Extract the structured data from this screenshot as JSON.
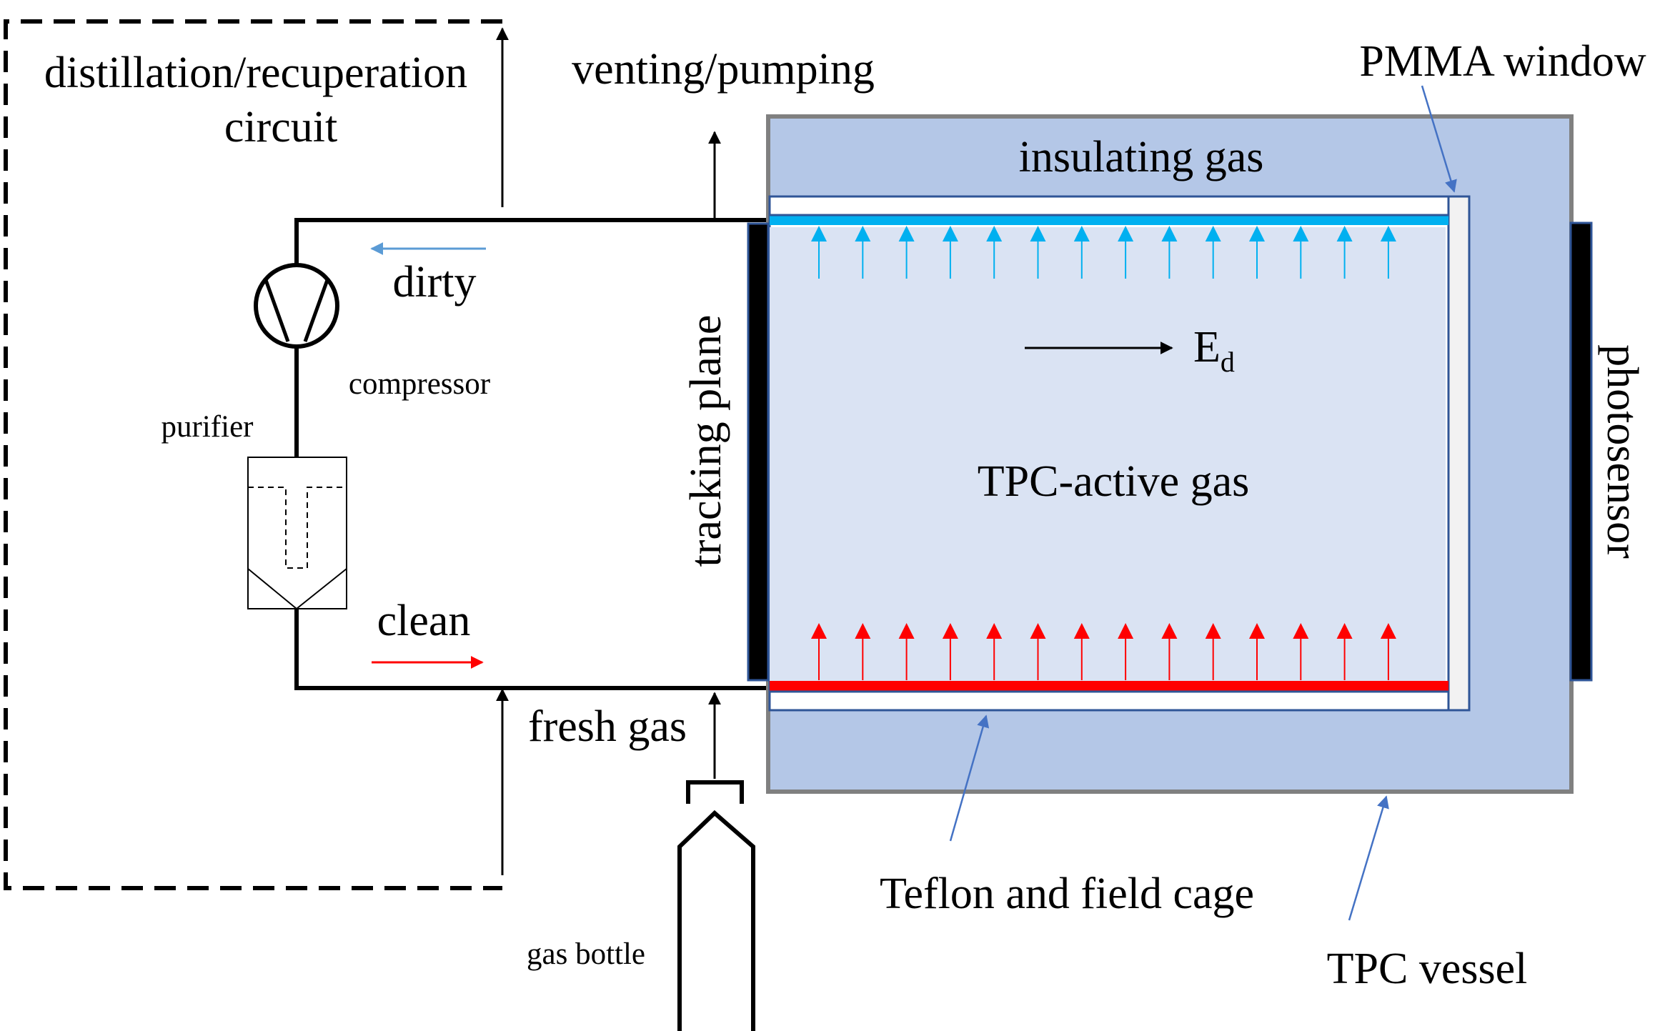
{
  "labels": {
    "distillation_line1": "distillation/recuperation",
    "distillation_line2": "circuit",
    "venting": "venting/pumping",
    "pmma": "PMMA window",
    "insulating": "insulating gas",
    "dirty": "dirty",
    "compressor": "compressor",
    "purifier": "purifier",
    "clean": "clean",
    "fresh_gas": "fresh gas",
    "gas_bottle": "gas bottle",
    "tracking_plane": "tracking plane",
    "ed_main": "E",
    "ed_sub": "d",
    "tpc_active": "TPC-active gas",
    "photosensor": "photosensor",
    "teflon": "Teflon and field cage",
    "tpc_vessel": "TPC vessel"
  },
  "colors": {
    "vessel_fill": "#b4c7e7",
    "vessel_border": "#808080",
    "active_fill": "#dae3f3",
    "cage_border": "#2f5597",
    "blue_electrode": "#00b0f0",
    "red_electrode": "#ff0000",
    "blue_arrow": "#00b0f0",
    "red_arrow": "#ff0000",
    "pointer_arrow": "#4472c4",
    "dirty_arrow": "#5b9bd5",
    "clean_arrow": "#ff0000",
    "line": "#000000",
    "window_fill": "#f2f2f2"
  }
}
